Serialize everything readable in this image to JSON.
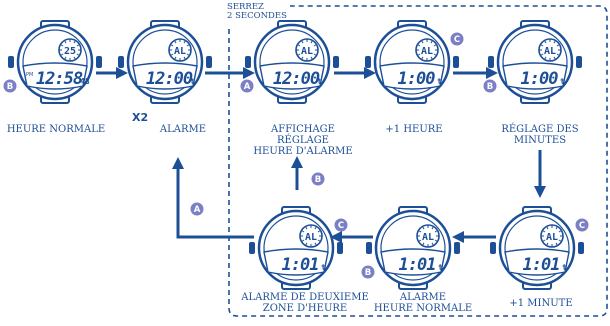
{
  "serrez": [
    "SERREZ",
    "2 SECONDES"
  ],
  "multiplier": "X2",
  "colors": {
    "ink": "#1d4f97",
    "fill": "#ffffff"
  },
  "buttons": {
    "A": "A",
    "B": "B",
    "C": "C"
  },
  "watches": [
    {
      "id": "w1",
      "label_lines": [
        "HEURE NORMALE"
      ],
      "display": "12:58",
      "seconds": "48",
      "am_pm": "PM",
      "subdial": "25",
      "button": "B"
    },
    {
      "id": "w2",
      "label_lines": [
        "ALARME"
      ],
      "display": "12:00",
      "seconds": "t",
      "subdial": "AL",
      "button": null
    },
    {
      "id": "w3",
      "label_lines": [
        "AFFICHAGE",
        "RÉGLAGE",
        "HEURE D'ALARME"
      ],
      "display": "12:00",
      "seconds": "t",
      "subdial": "AL",
      "button": "A"
    },
    {
      "id": "w4",
      "label_lines": [
        "+1 HEURE"
      ],
      "display": "1:00",
      "seconds": "t",
      "subdial": "AL",
      "button": "C"
    },
    {
      "id": "w5",
      "label_lines": [
        "RÉGLAGE DES",
        "MINUTES"
      ],
      "display": "1:00",
      "seconds": "t",
      "subdial": "AL",
      "button": "B"
    },
    {
      "id": "w6",
      "label_lines": [
        "+1 MINUTE"
      ],
      "display": "1:01",
      "seconds": "t",
      "subdial": "AL",
      "button": "C"
    },
    {
      "id": "w7",
      "label_lines": [
        "ALARME",
        "HEURE NORMALE"
      ],
      "display": "1:01",
      "seconds": "t",
      "subdial": "AL",
      "button": "B"
    },
    {
      "id": "w8",
      "label_lines": [
        "ALARME DE DEUXIEME",
        "ZONE D'HEURE"
      ],
      "display": "1:01",
      "seconds": "t",
      "subdial": "AL",
      "button": "C"
    }
  ],
  "connector_buttons": [
    "B",
    "A"
  ]
}
